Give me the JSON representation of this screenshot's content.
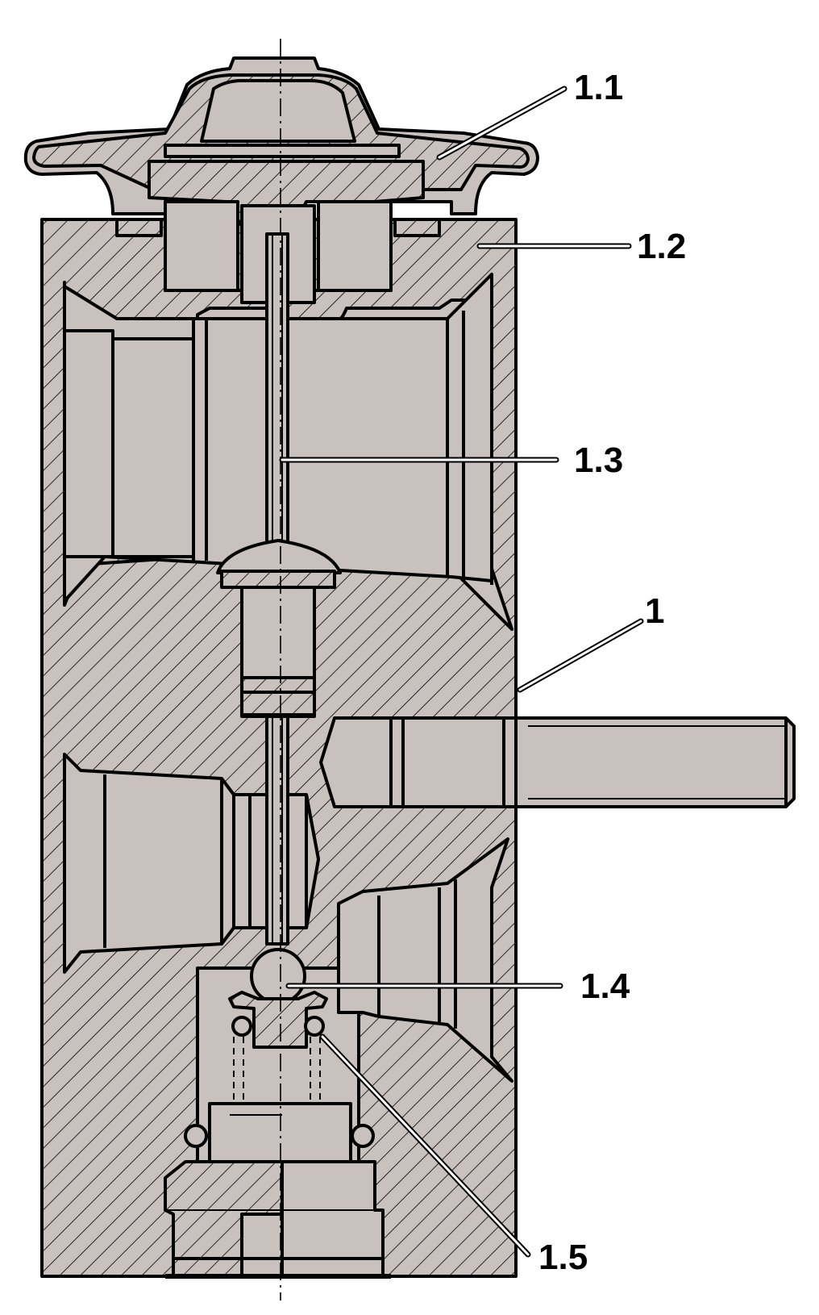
{
  "colors": {
    "fill": "#c9c1bd",
    "stroke": "#000000",
    "hatch": "#000000",
    "background": "#ffffff"
  },
  "labels": [
    {
      "id": "part-1.1",
      "text": "1.1"
    },
    {
      "id": "part-1.2",
      "text": "1.2"
    },
    {
      "id": "part-1.3",
      "text": "1.3"
    },
    {
      "id": "part-1",
      "text": "1"
    },
    {
      "id": "part-1.4",
      "text": "1.4"
    },
    {
      "id": "part-1.5",
      "text": "1.5"
    }
  ]
}
